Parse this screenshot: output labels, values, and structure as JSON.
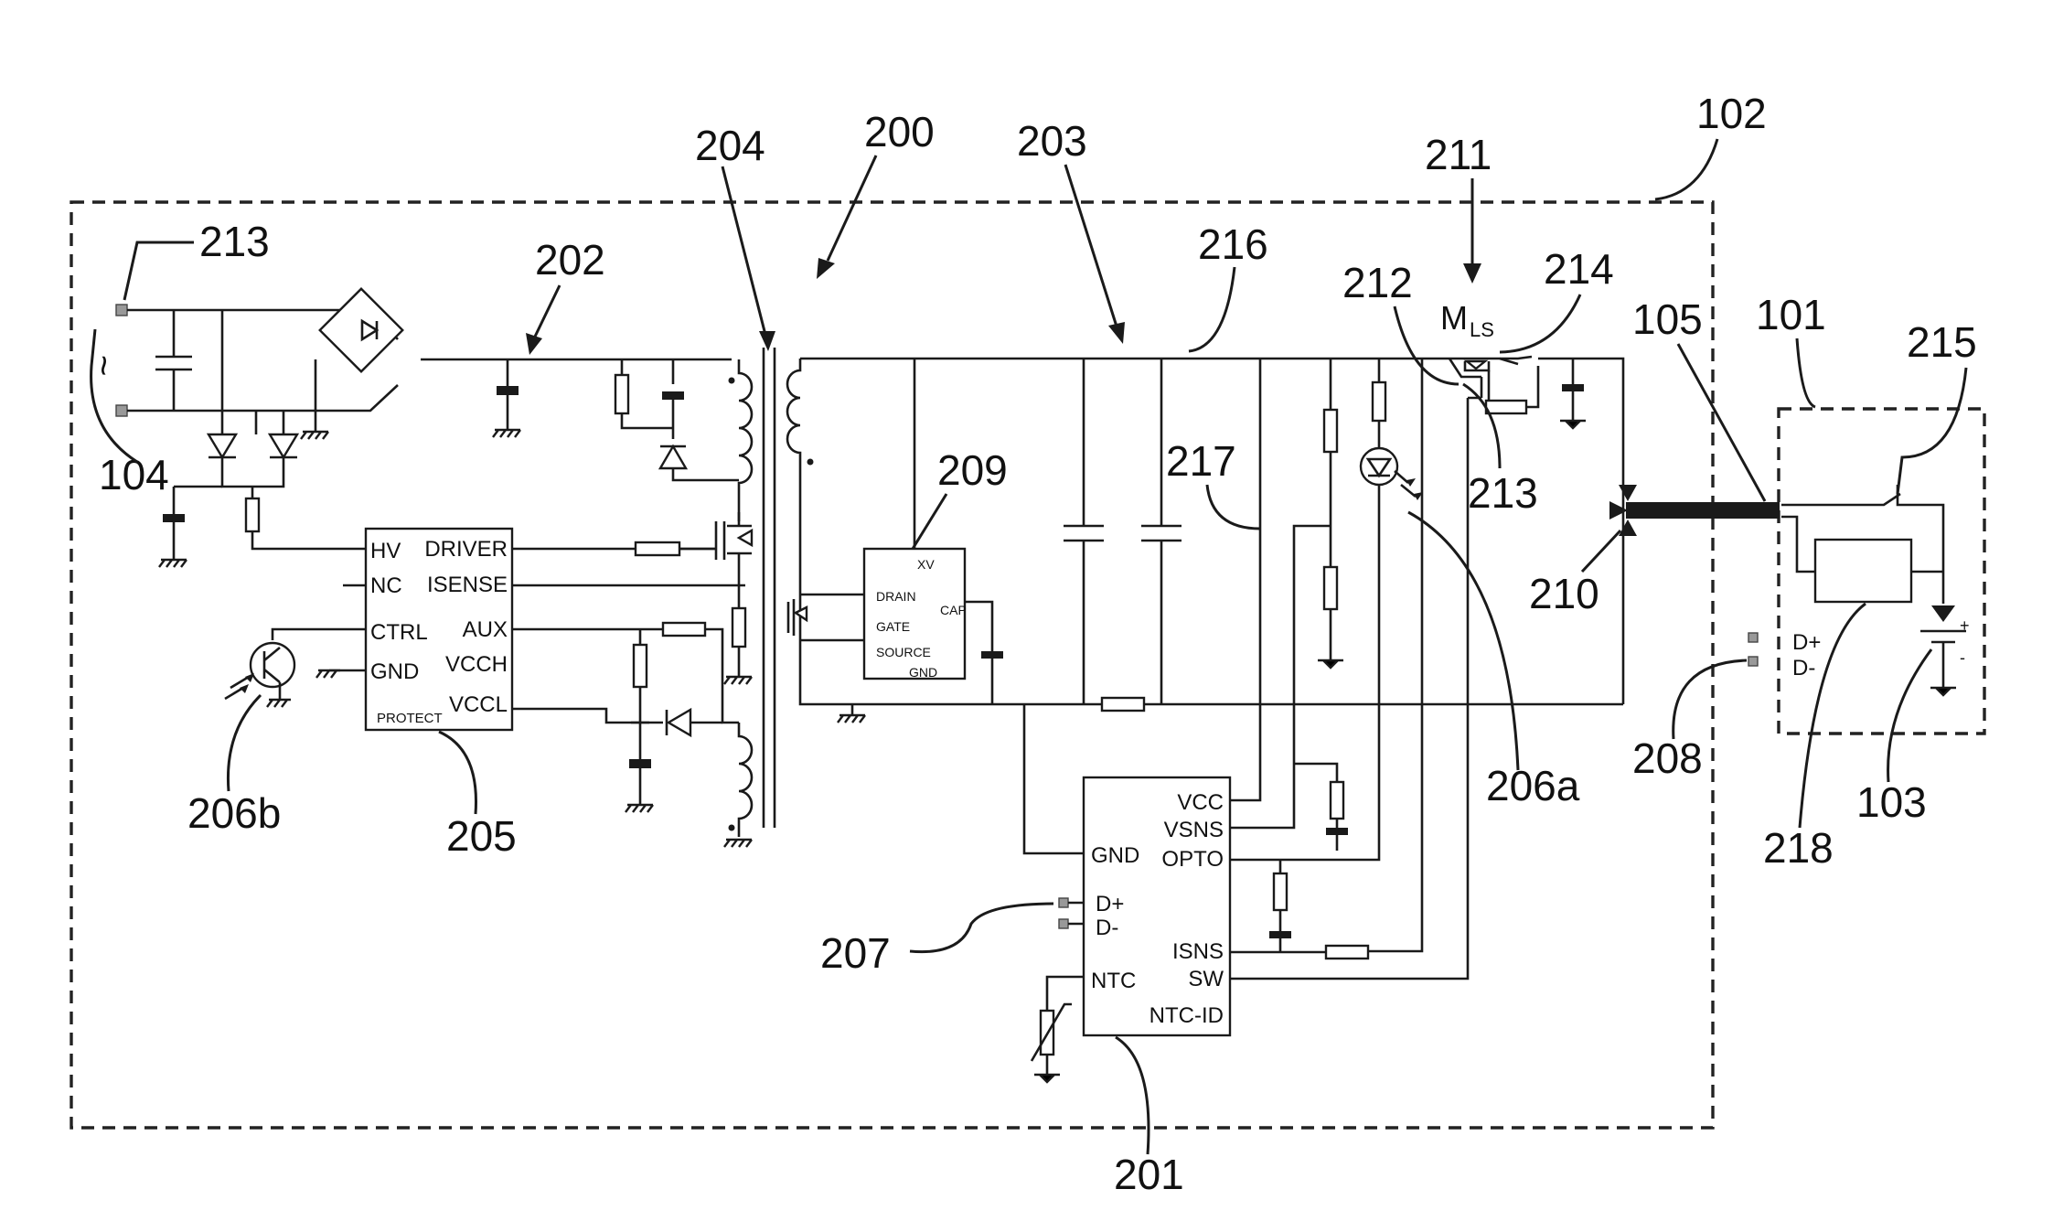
{
  "reference_numerals": {
    "n102": "102",
    "n204": "204",
    "n200": "200",
    "n203": "203",
    "n211": "211",
    "n213_top": "213",
    "n202": "202",
    "n216": "216",
    "n212": "212",
    "n214": "214",
    "n105": "105",
    "n101": "101",
    "n215": "215",
    "n104": "104",
    "n209": "209",
    "n217": "217",
    "n213_mid": "213",
    "n210": "210",
    "n206a": "206a",
    "n206b": "206b",
    "n205": "205",
    "n208": "208",
    "n218": "218",
    "n103": "103",
    "n207": "207",
    "n201": "201"
  },
  "transistor_label": {
    "main": "M",
    "sub": "LS"
  },
  "ic_205": {
    "left_pins": [
      "HV",
      "NC",
      "CTRL",
      "GND"
    ],
    "right_pins": [
      "DRIVER",
      "ISENSE",
      "AUX",
      "VCCH",
      "VCCL"
    ],
    "bottom_label": "PROTECT"
  },
  "ic_209": {
    "pins": [
      "XV",
      "DRAIN",
      "GATE",
      "SOURCE",
      "CAP",
      "GND"
    ]
  },
  "ic_201": {
    "right_pins": [
      "VCC",
      "VSNS",
      "OPTO",
      "ISNS",
      "SW",
      "NTC-ID"
    ],
    "left_pins": [
      "GND",
      "D+",
      "D-",
      "NTC"
    ]
  },
  "device_101_pins": [
    "D+",
    "D-"
  ],
  "battery_marks": {
    "plus": "+",
    "minus": "-"
  },
  "ac_symbol": "~"
}
